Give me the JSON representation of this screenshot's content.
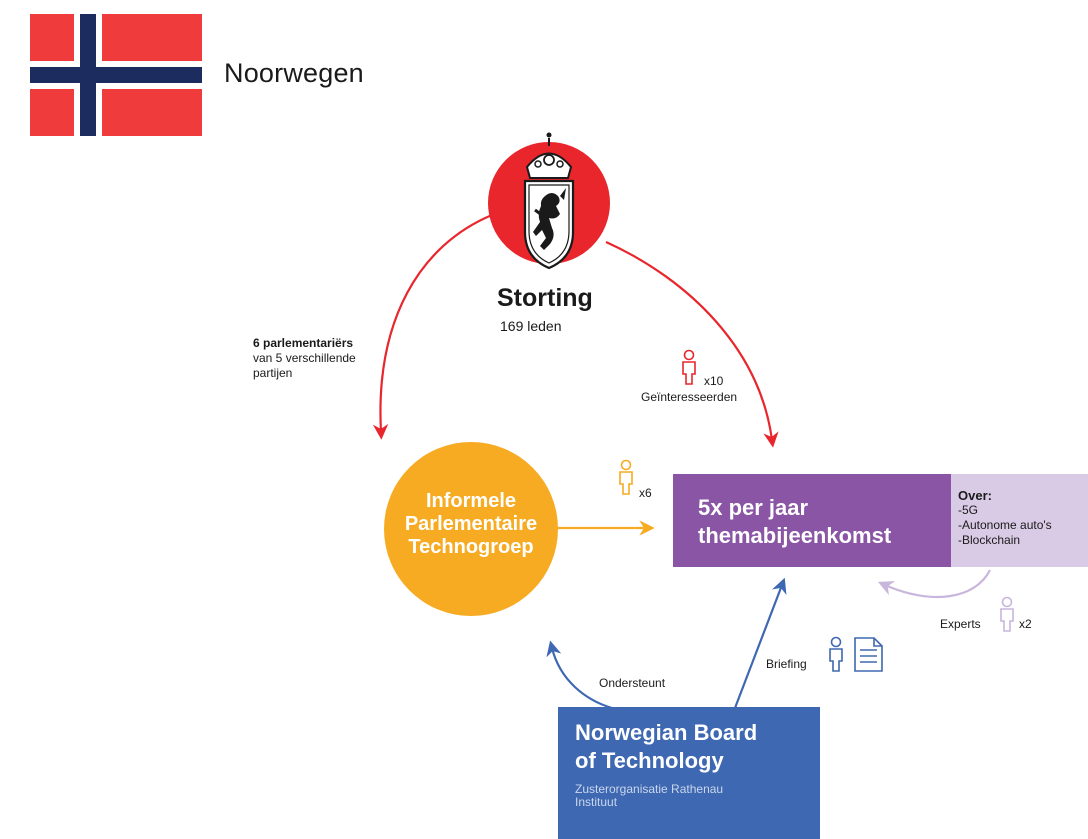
{
  "header": {
    "country": "Noorwegen"
  },
  "parliament": {
    "name": "Storting",
    "members": "169 leden",
    "emblem_icon": "lion-crest-icon"
  },
  "mp_group_label": {
    "bold": "6 parlementariërs",
    "line1": "van 5 verschillende",
    "line2": "partijen"
  },
  "interested": {
    "count": "x10",
    "label": "Geïnteresseerden",
    "icon": "person-icon"
  },
  "techgroup": {
    "line1": "Informele",
    "line2": "Parlementaire",
    "line3": "Technogroep",
    "count": "x6",
    "icon": "person-icon"
  },
  "meeting": {
    "line1": "5x per jaar",
    "line2": "themabijeenkomst"
  },
  "topics": {
    "head": "Over:",
    "items": [
      "-5G",
      "-Autonome auto's",
      "-Blockchain"
    ]
  },
  "experts": {
    "label": "Experts",
    "count": "x2",
    "icon": "person-icon"
  },
  "briefing": {
    "label": "Briefing",
    "icons": [
      "person-icon",
      "document-icon"
    ]
  },
  "support": {
    "label": "Ondersteunt"
  },
  "board": {
    "line1": "Norwegian Board",
    "line2": "of Technology",
    "sub1": "Zusterorganisatie Rathenau",
    "sub2": "Instituut"
  },
  "colors": {
    "flag_red": "#ef3b3b",
    "flag_blue": "#1d2c5e",
    "storting_red": "#e8262c",
    "techgroup_orange": "#f7ab22",
    "meeting_purple": "#8a55a5",
    "topics_lilac": "#d9cbe6",
    "board_blue": "#3e68b1"
  }
}
